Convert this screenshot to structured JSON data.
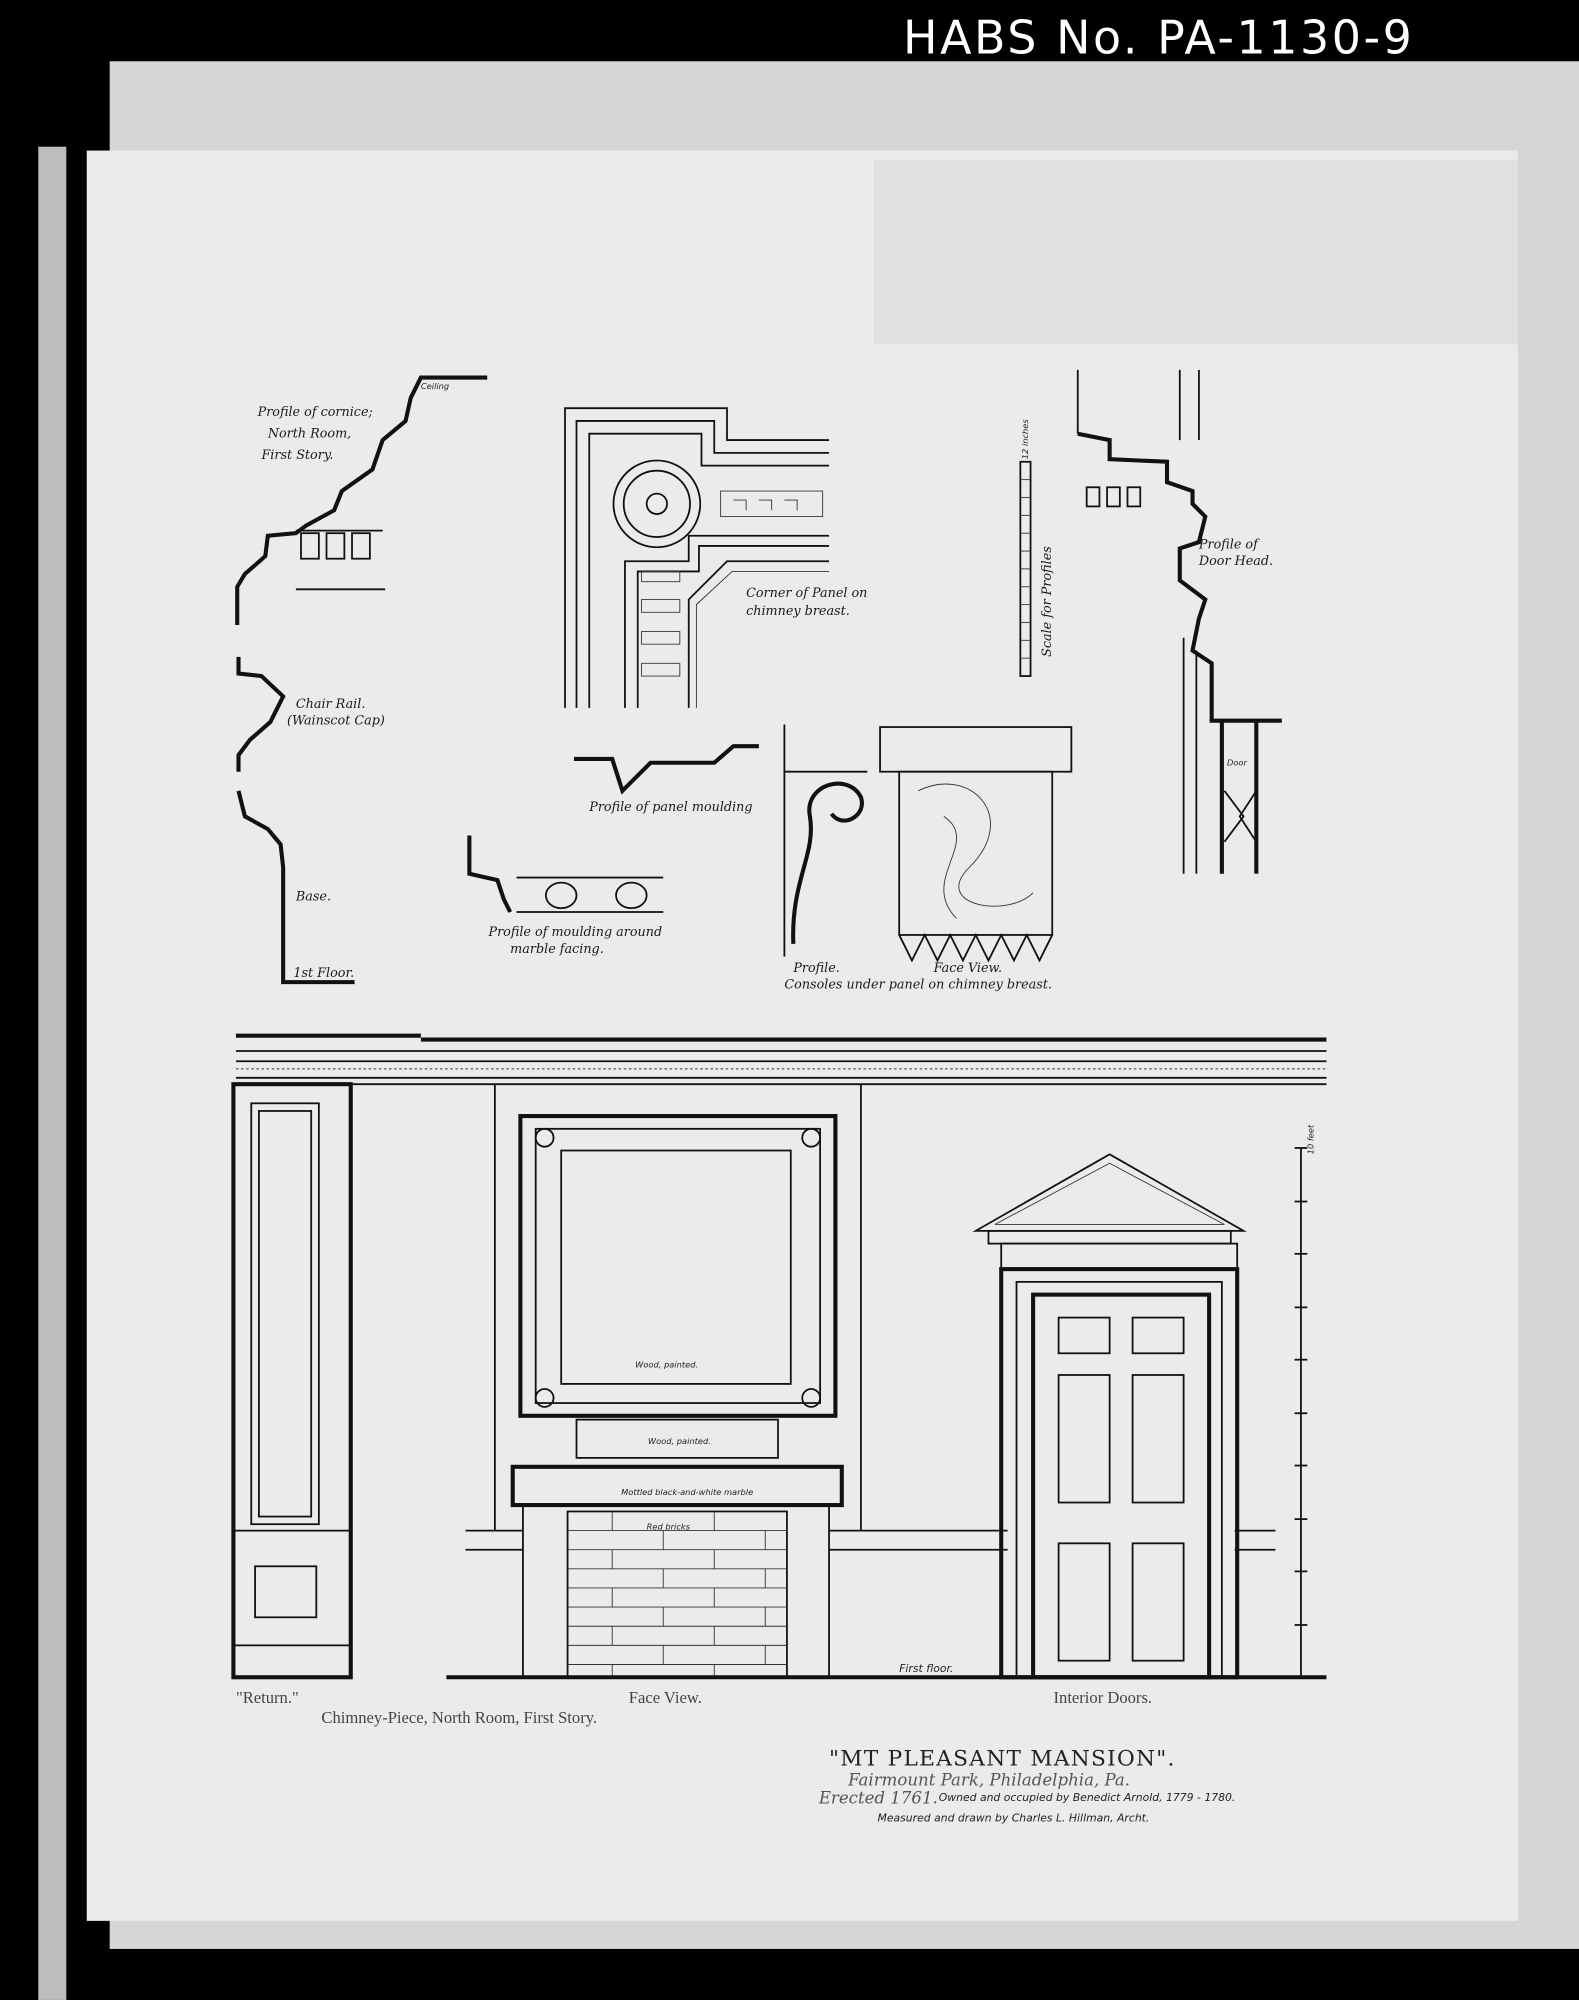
{
  "header": {
    "habs_number": "HABS No. PA-1130-9"
  },
  "profiles": {
    "cornice": [
      "Profile of cornice;",
      "North Room,",
      "First Story."
    ],
    "ceiling": "Ceiling",
    "chair_rail": [
      "Chair Rail.",
      "(Wainscot Cap)"
    ],
    "base": "Base.",
    "first_floor": "1st Floor.",
    "panel_corner": [
      "Corner of Panel on",
      "chimney breast."
    ],
    "panel_moulding": "Profile of panel moulding",
    "marble_moulding": [
      "Profile of moulding around",
      "marble facing."
    ],
    "console_profile": "Profile.",
    "console_face": "Face View.",
    "consoles": "Consoles under panel on chimney breast.",
    "scale_label": "Scale for Profiles",
    "scale_units": "12 inches",
    "door_head": [
      "Profile of",
      "Door Head."
    ],
    "door": "Door"
  },
  "elevation": {
    "wood_painted_1": "Wood, painted.",
    "wood_painted_2": "Wood, painted.",
    "marble": "Mottled black-and-white marble",
    "bricks": "Red bricks",
    "first_floor": "First floor.",
    "scale_units": "10 feet",
    "return_caption": "\"Return.\"",
    "face_caption": "Face View.",
    "doors_caption": "Interior Doors.",
    "chimney_caption": "Chimney-Piece, North Room, First Story."
  },
  "title_block": {
    "title": "\"MT PLEASANT MANSION\".",
    "location": "Fairmount Park, Philadelphia, Pa.",
    "erected": "Erected 1761.",
    "owner": "Owned and occupied by Benedict Arnold, 1779 - 1780.",
    "drawn_by": "Measured and drawn by Charles L. Hillman, Archt."
  }
}
